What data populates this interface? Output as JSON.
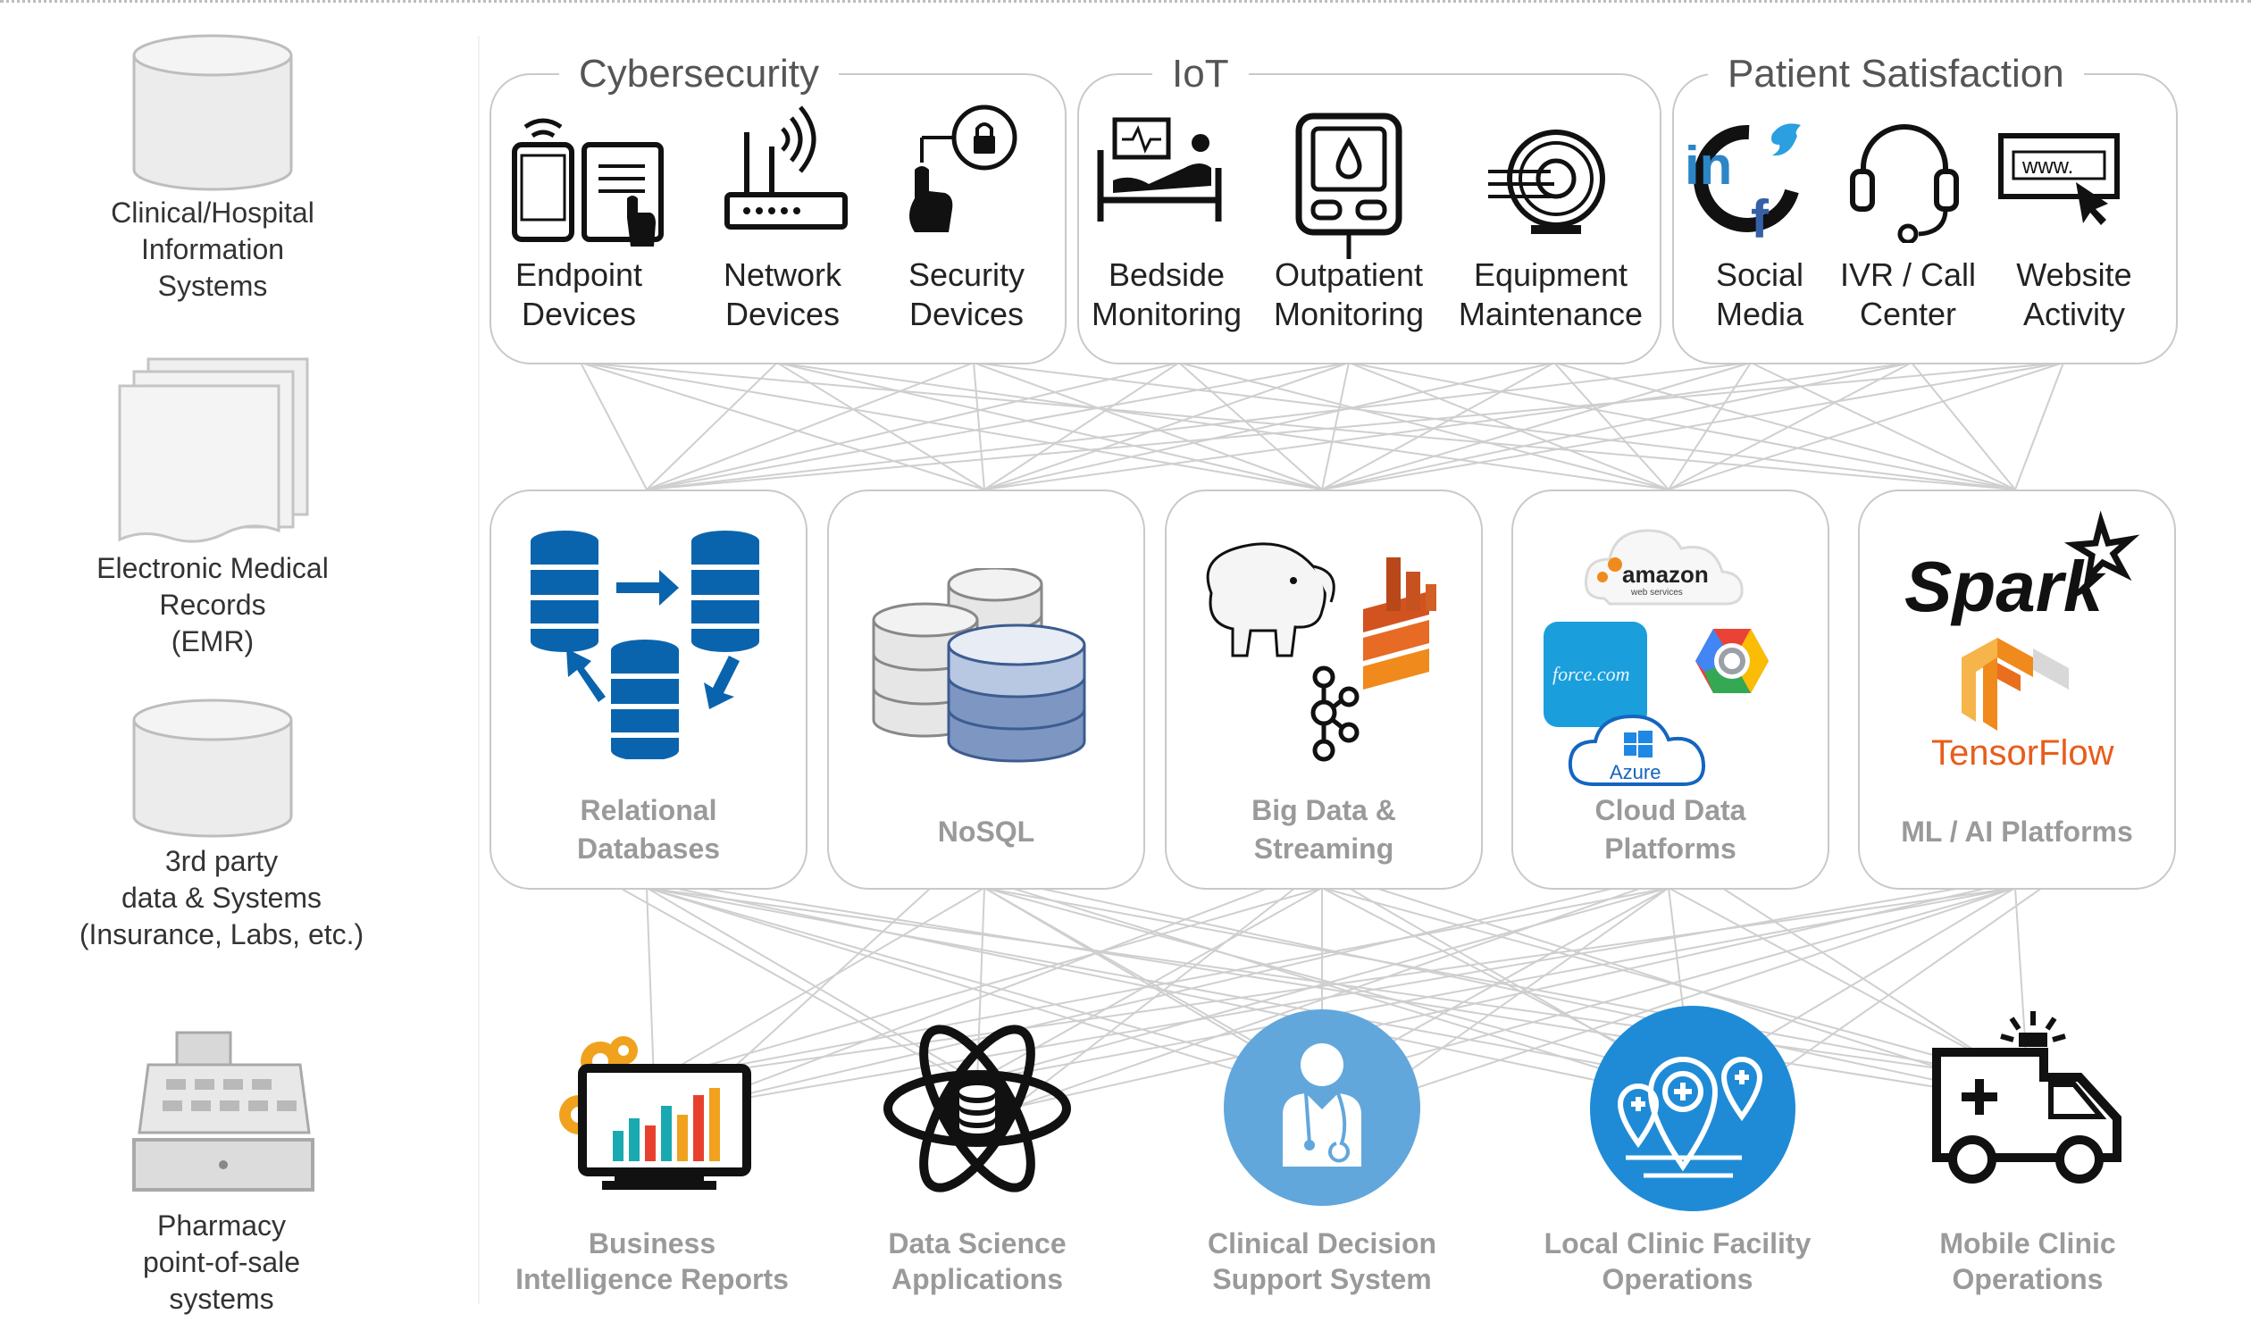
{
  "sources": [
    {
      "label": "Clinical/Hospital\nInformation\nSystems",
      "icon": "database-cylinder-icon"
    },
    {
      "label": "Electronic Medical\nRecords\n(EMR)",
      "icon": "document-stack-icon"
    },
    {
      "label": "3rd party\ndata & Systems\n(Insurance, Labs, etc.)",
      "icon": "database-cylinder-icon"
    },
    {
      "label": "Pharmacy\npoint-of-sale\nsystems",
      "icon": "cash-register-icon"
    }
  ],
  "groups": [
    {
      "title": "Cybersecurity",
      "items": [
        {
          "label": "Endpoint\nDevices",
          "icon": "phone-tablet-icon"
        },
        {
          "label": "Network\nDevices",
          "icon": "router-icon"
        },
        {
          "label": "Security\nDevices",
          "icon": "touch-lock-icon"
        }
      ]
    },
    {
      "title": "IoT",
      "items": [
        {
          "label": "Bedside\nMonitoring",
          "icon": "patient-bed-monitor-icon"
        },
        {
          "label": "Outpatient\nMonitoring",
          "icon": "glucose-meter-icon"
        },
        {
          "label": "Equipment\nMaintenance",
          "icon": "mri-scanner-icon"
        }
      ]
    },
    {
      "title": "Patient Satisfaction",
      "items": [
        {
          "label": "Social\nMedia",
          "icon": "social-media-icon"
        },
        {
          "label": "IVR / Call\nCenter",
          "icon": "headset-icon"
        },
        {
          "label": "Website\nActivity",
          "icon": "browser-www-icon"
        }
      ]
    }
  ],
  "tech": [
    {
      "label": "Relational\nDatabases",
      "icon": "database-replication-icon"
    },
    {
      "label": "NoSQL",
      "icon": "database-stack-icon"
    },
    {
      "label": "Big Data &\nStreaming",
      "icon": "hadoop-kinesis-kafka-icon"
    },
    {
      "label": "Cloud Data\nPlatforms",
      "icon": "cloud-platforms-icon",
      "logos": {
        "amazon": "amazon",
        "amazon_sub": "web services",
        "force": "force.com",
        "azure": "Azure"
      }
    },
    {
      "label": "ML / AI Platforms",
      "icon": "spark-tensorflow-icon",
      "logos": {
        "spark": "Spark",
        "tensorflow": "TensorFlow"
      }
    }
  ],
  "outputs": [
    {
      "label": "Business\nIntelligence Reports",
      "icon": "bi-dashboard-icon"
    },
    {
      "label": "Data Science\nApplications",
      "icon": "atom-database-icon"
    },
    {
      "label": "Clinical Decision\nSupport System",
      "icon": "doctor-icon"
    },
    {
      "label": "Local Clinic Facility\nOperations",
      "icon": "map-pins-icon"
    },
    {
      "label": "Mobile Clinic\nOperations",
      "icon": "ambulance-icon"
    }
  ],
  "colors": {
    "blue": "#0a64ad",
    "light_blue": "#62a7db",
    "teal": "#1f8bd6",
    "gray": "#9a9a9a",
    "orange": "#f08a1c"
  }
}
